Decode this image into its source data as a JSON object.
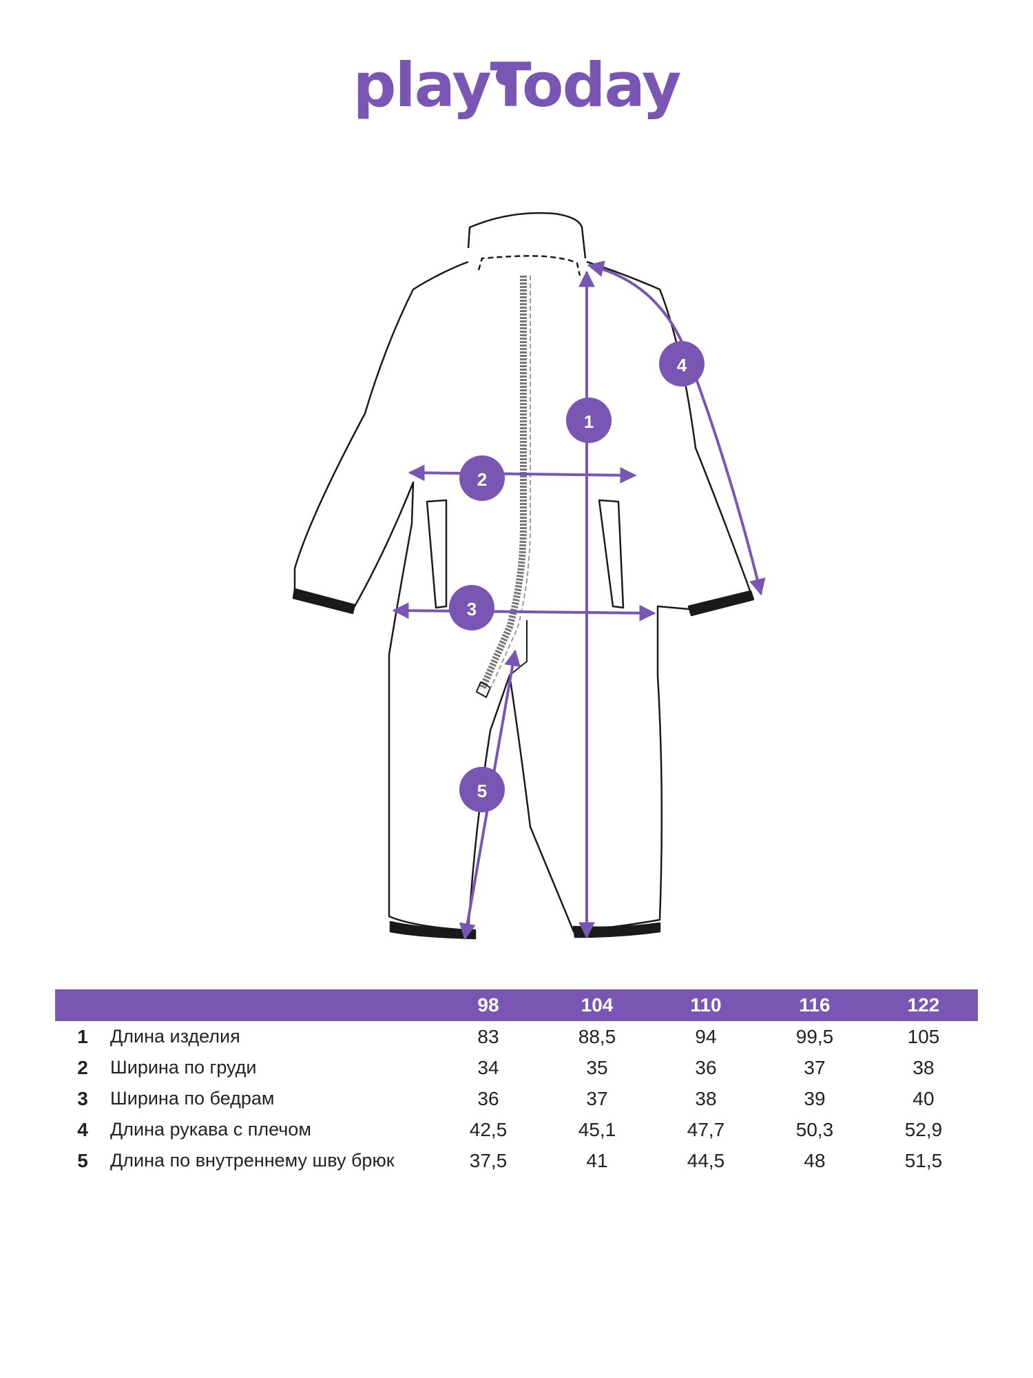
{
  "brand": {
    "name": "playToday",
    "color": "#7a56b4"
  },
  "diagram": {
    "markers": [
      "1",
      "2",
      "3",
      "4",
      "5"
    ]
  },
  "table": {
    "sizes": [
      "98",
      "104",
      "110",
      "116",
      "122"
    ],
    "rows": [
      {
        "num": "1",
        "label": "Длина изделия",
        "values": [
          "83",
          "88,5",
          "94",
          "99,5",
          "105"
        ]
      },
      {
        "num": "2",
        "label": "Ширина по груди",
        "values": [
          "34",
          "35",
          "36",
          "37",
          "38"
        ]
      },
      {
        "num": "3",
        "label": "Ширина по бедрам",
        "values": [
          "36",
          "37",
          "38",
          "39",
          "40"
        ]
      },
      {
        "num": "4",
        "label": "Длина рукава с плечом",
        "values": [
          "42,5",
          "45,1",
          "47,7",
          "50,3",
          "52,9"
        ]
      },
      {
        "num": "5",
        "label": "Длина по внутреннему шву брюк",
        "values": [
          "37,5",
          "41",
          "44,5",
          "48",
          "51,5"
        ]
      }
    ]
  }
}
